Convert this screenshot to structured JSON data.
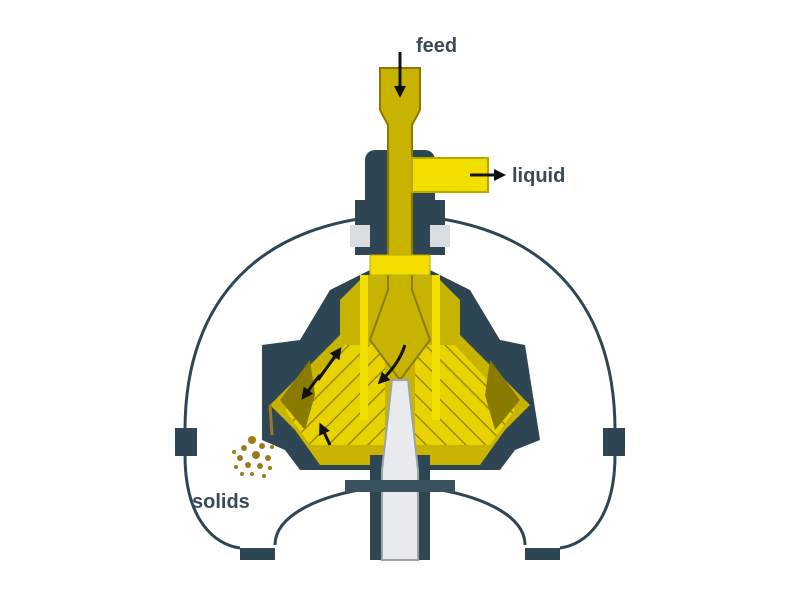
{
  "labels": {
    "feed": "feed",
    "liquid": "liquid",
    "solids": "solids"
  },
  "colors": {
    "housing": "#2e4654",
    "housing_outline": "#1f2f38",
    "bowl_gold": "#c8b400",
    "bowl_dark": "#8a7a00",
    "liquid_yellow": "#f2df00",
    "disc_stack": "#e8d200",
    "spindle": "#e8eaec",
    "solids": "#9a7a1a",
    "label": "#3a4a55",
    "arrow": "#111111"
  },
  "icons": {
    "flow_arrows": "arrow-icon"
  }
}
